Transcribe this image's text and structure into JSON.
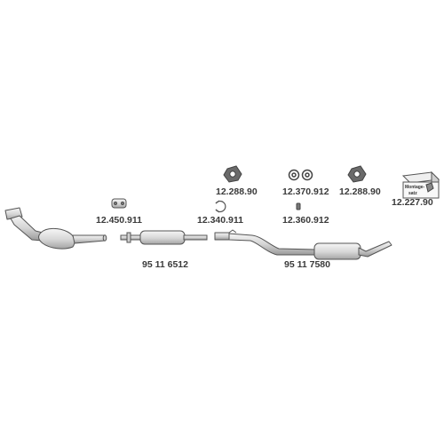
{
  "diagram": {
    "parts": [
      {
        "id": "catalytic-converter"
      },
      {
        "id": "clamp",
        "part_number": "12.450.911"
      },
      {
        "id": "middle-silencer",
        "part_number": "95 11 6512"
      },
      {
        "id": "ring-clamp",
        "part_number": "12.340.911"
      },
      {
        "id": "rubber-mount-left",
        "part_number": "12.288.90"
      },
      {
        "id": "double-rubber-mount",
        "part_number": "12.370.912"
      },
      {
        "id": "bolt",
        "part_number": "12.360.912"
      },
      {
        "id": "rubber-mount-right",
        "part_number": "12.288.90"
      },
      {
        "id": "mounting-kit",
        "part_number": "12.227.90",
        "box_text": "Montage-\nsatz"
      },
      {
        "id": "rear-silencer",
        "part_number": "95 11 7580"
      }
    ],
    "colors": {
      "line": "#555555",
      "fill": "#e2e2e2",
      "fill_dark": "#bdbdbd",
      "text": "#3a3a3a"
    }
  }
}
